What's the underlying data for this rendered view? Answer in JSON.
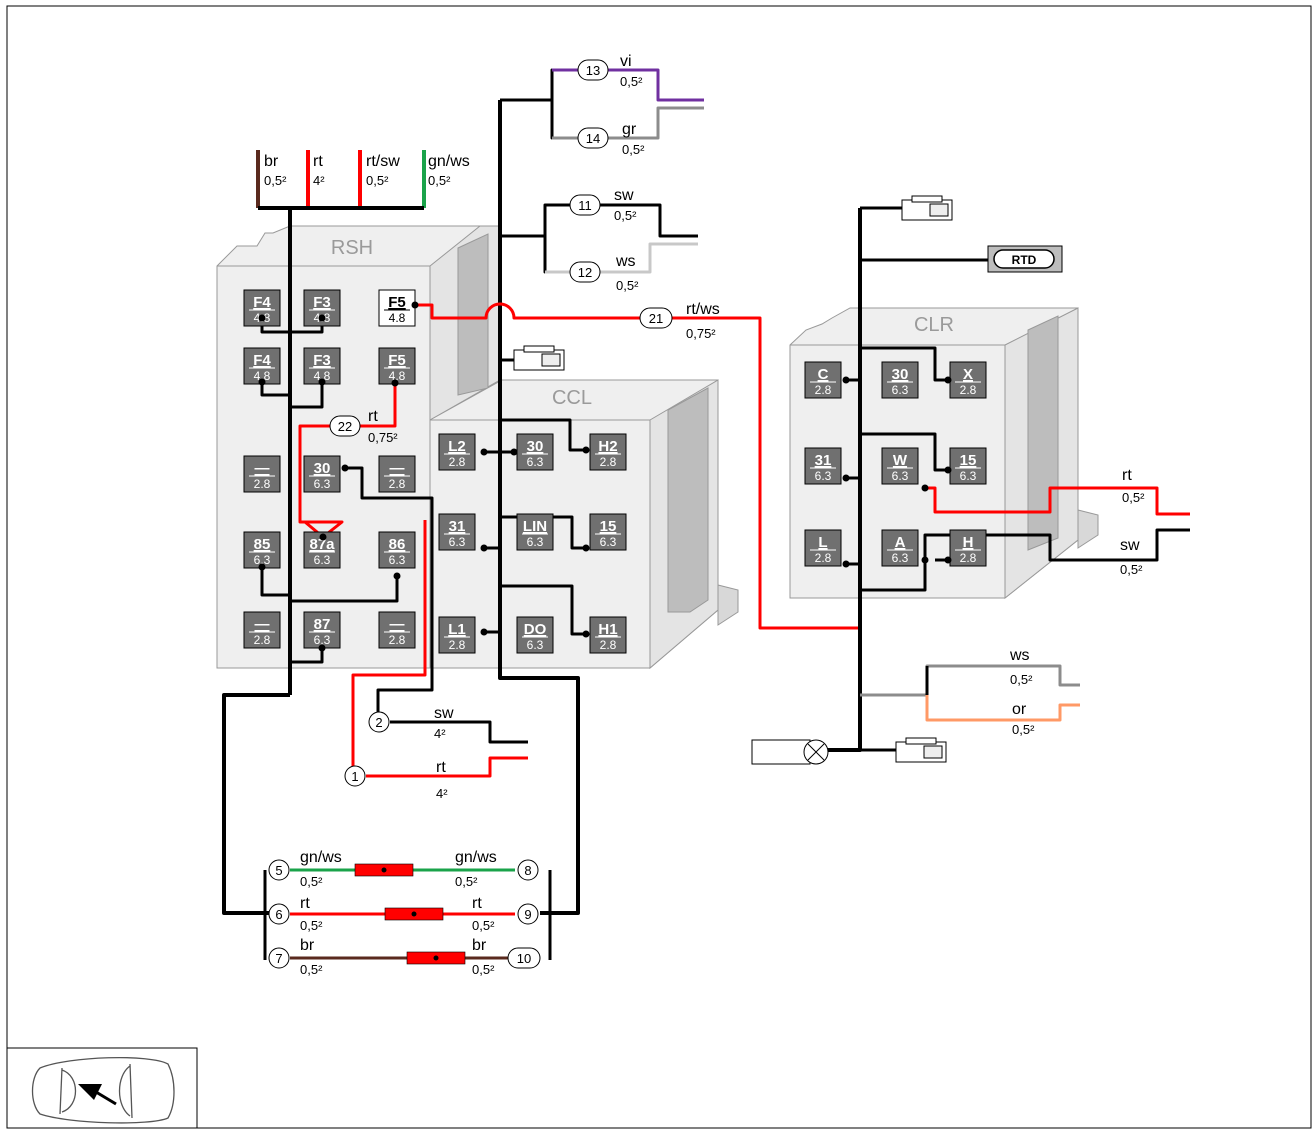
{
  "blocks": {
    "rsh": "RSH",
    "ccl": "CCL",
    "clr": "CLR",
    "rtd": "RTD"
  },
  "rsh_pins": [
    {
      "n": "F4",
      "s": "4.8",
      "white": false
    },
    {
      "n": "F3",
      "s": "4.8",
      "white": false
    },
    {
      "n": "F5",
      "s": "4.8",
      "white": true
    },
    {
      "n": "F4",
      "s": "4.8",
      "white": false
    },
    {
      "n": "F3",
      "s": "4.8",
      "white": false
    },
    {
      "n": "F5",
      "s": "4.8",
      "white": false
    },
    {
      "n": "—",
      "s": "2.8",
      "white": false
    },
    {
      "n": "30",
      "s": "6.3",
      "white": false
    },
    {
      "n": "—",
      "s": "2.8",
      "white": false
    },
    {
      "n": "85",
      "s": "6.3",
      "white": false
    },
    {
      "n": "87a",
      "s": "6.3",
      "white": false
    },
    {
      "n": "86",
      "s": "6.3",
      "white": false
    },
    {
      "n": "—",
      "s": "2.8",
      "white": false
    },
    {
      "n": "87",
      "s": "6.3",
      "white": false
    },
    {
      "n": "—",
      "s": "2.8",
      "white": false
    }
  ],
  "ccl_pins": [
    {
      "n": "L2",
      "s": "2.8"
    },
    {
      "n": "30",
      "s": "6.3"
    },
    {
      "n": "H2",
      "s": "2.8"
    },
    {
      "n": "31",
      "s": "6.3"
    },
    {
      "n": "LIN",
      "s": "6.3"
    },
    {
      "n": "15",
      "s": "6.3"
    },
    {
      "n": "L1",
      "s": "2.8"
    },
    {
      "n": "DO",
      "s": "6.3"
    },
    {
      "n": "H1",
      "s": "2.8"
    }
  ],
  "clr_pins": [
    {
      "n": "C",
      "s": "2.8"
    },
    {
      "n": "30",
      "s": "6.3"
    },
    {
      "n": "X",
      "s": "2.8"
    },
    {
      "n": "31",
      "s": "6.3"
    },
    {
      "n": "W",
      "s": "6.3"
    },
    {
      "n": "15",
      "s": "6.3"
    },
    {
      "n": "L",
      "s": "2.8"
    },
    {
      "n": "A",
      "s": "6.3"
    },
    {
      "n": "H",
      "s": "2.8"
    }
  ],
  "top_wires": [
    {
      "color": "br",
      "size": "0,5²"
    },
    {
      "color": "rt",
      "size": "4²"
    },
    {
      "color": "rt/sw",
      "size": "0,5²"
    },
    {
      "color": "gn/ws",
      "size": "0,5²"
    }
  ],
  "nodes": [
    "1",
    "2",
    "5",
    "6",
    "7",
    "8",
    "9",
    "10",
    "11",
    "12",
    "13",
    "14",
    "21",
    "22"
  ],
  "wires": {
    "w13": {
      "color": "vi",
      "size": "0,5²"
    },
    "w14": {
      "color": "gr",
      "size": "0,5²"
    },
    "w11": {
      "color": "sw",
      "size": "0,5²"
    },
    "w12": {
      "color": "ws",
      "size": "0,5²"
    },
    "w21": {
      "color": "rt/ws",
      "size": "0,75²"
    },
    "w22": {
      "color": "rt",
      "size": "0,75²"
    },
    "w2": {
      "color": "sw",
      "size": "4²"
    },
    "w1": {
      "color": "rt",
      "size": "4²"
    },
    "w5": {
      "color": "gn/ws",
      "size": "0,5²"
    },
    "w8": {
      "color": "gn/ws",
      "size": "0,5²"
    },
    "w6": {
      "color": "rt",
      "size": "0,5²"
    },
    "w9": {
      "color": "rt",
      "size": "0,5²"
    },
    "w7": {
      "color": "br",
      "size": "0,5²"
    },
    "w10": {
      "color": "br",
      "size": "0,5²"
    },
    "clr_rt": {
      "color": "rt",
      "size": "0,5²"
    },
    "clr_sw": {
      "color": "sw",
      "size": "0,5²"
    },
    "ws_out": {
      "color": "ws",
      "size": "0,5²"
    },
    "or_out": {
      "color": "or",
      "size": "0,5²"
    }
  },
  "colors": {
    "black": "#000000",
    "red": "#ff0000",
    "green": "#1aa34a",
    "brown": "#5a2a1e",
    "violet": "#7030a0",
    "gray": "#8c8c8c",
    "lightgray": "#c8c8c8",
    "orange": "#ff9966",
    "pin": "#707070",
    "housing": "#efefef"
  }
}
